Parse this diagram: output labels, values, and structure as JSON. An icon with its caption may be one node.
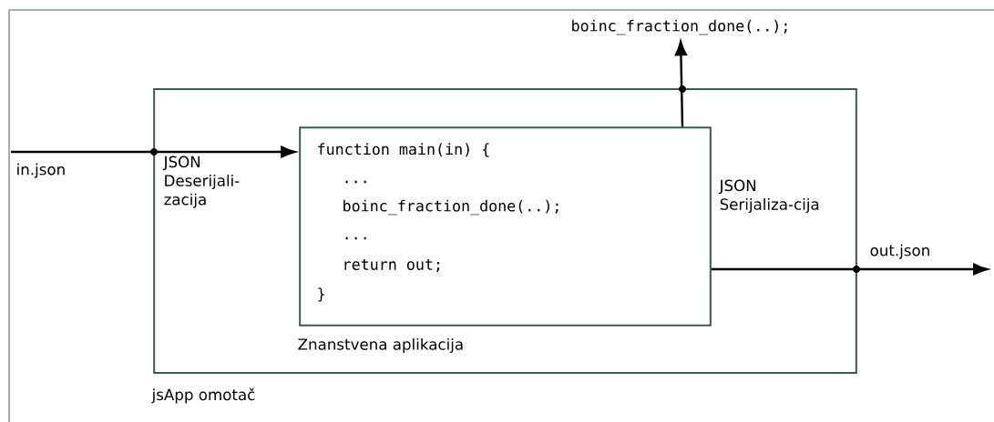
{
  "diagram": {
    "nodes": [
      {
        "text": [
          "jsApp omotač"
        ]
      },
      {
        "text": [
          "function main(in) {",
          "...",
          "boinc_fraction_done(..);",
          "...",
          "return out;",
          "}",
          "Znanstvena aplikacija"
        ],
        "in": 0
      },
      {
        "text": [
          "boinc_fraction_done(..);"
        ]
      }
    ],
    "edges": [
      {
        "from": null,
        "to": 1,
        "arrow": "to"
      },
      {
        "from": 1,
        "to": 2,
        "arrow": "to"
      },
      {
        "from": 1,
        "to": null,
        "arrow": "to"
      }
    ],
    "labels": [
      "in.json",
      "JSON Deserijali-zacija",
      "JSON Serijaliza-cija",
      "out.json"
    ]
  }
}
